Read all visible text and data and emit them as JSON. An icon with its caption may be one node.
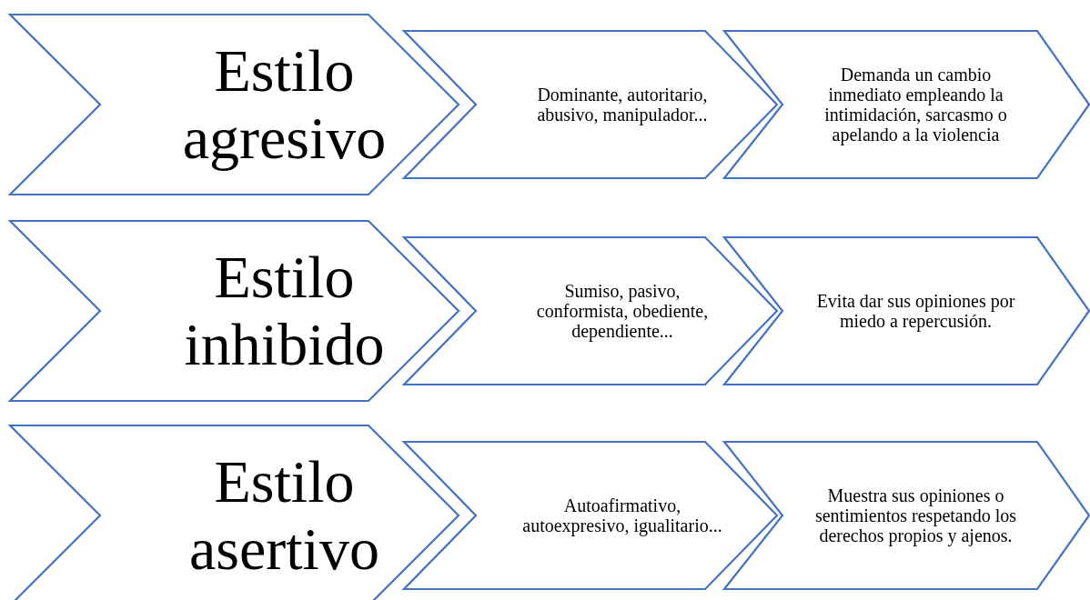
{
  "diagram": {
    "nodes": [
      {
        "text": [
          "Estilo agresivo"
        ]
      },
      {
        "text": [
          "Dominante, autoritario, abusivo, manipulador..."
        ]
      },
      {
        "text": [
          "Demanda un cambio inmediato empleando la intimidación, sarcasmo o apelando a la violencia"
        ]
      },
      {
        "text": [
          "Estilo inhibido"
        ]
      },
      {
        "text": [
          "Sumiso, pasivo, conformista, obediente, dependiente..."
        ]
      },
      {
        "text": [
          "Evita dar sus opiniones por miedo a repercusión."
        ]
      },
      {
        "text": [
          "Estilo asertivo"
        ]
      },
      {
        "text": [
          "Autoafirmativo, autoexpresivo, igualitario..."
        ]
      },
      {
        "text": [
          "Muestra sus opiniones o sentimientos respetando  los derechos propios y ajenos."
        ]
      }
    ]
  }
}
